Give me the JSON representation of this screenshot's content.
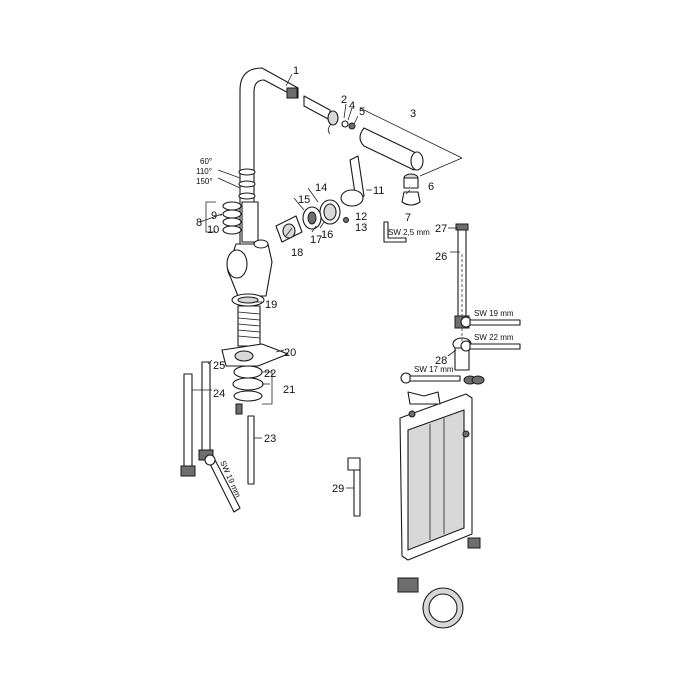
{
  "callouts": {
    "c1": "1",
    "c2": "2",
    "c3": "3",
    "c4": "4",
    "c5": "5",
    "c6": "6",
    "c7": "7",
    "c8": "8",
    "c9": "9",
    "c10": "10",
    "c11": "11",
    "c12": "12",
    "c13": "13",
    "c14": "14",
    "c15": "15",
    "c16": "16",
    "c17": "17",
    "c18": "18",
    "c19": "19",
    "c20": "20",
    "c21": "21",
    "c22": "22",
    "c23": "23",
    "c24": "24",
    "c25": "25",
    "c26": "26",
    "c27": "27",
    "c28": "28",
    "c29": "29"
  },
  "angles": {
    "a60": "60°",
    "a110": "110°",
    "a150": "150°"
  },
  "tool_labels": {
    "sw25": "SW 2,5 mm",
    "sw19a": "SW 19 mm",
    "sw22": "SW 22 mm",
    "sw17": "SW 17 mm",
    "sw19b": "SW 19 mm"
  }
}
